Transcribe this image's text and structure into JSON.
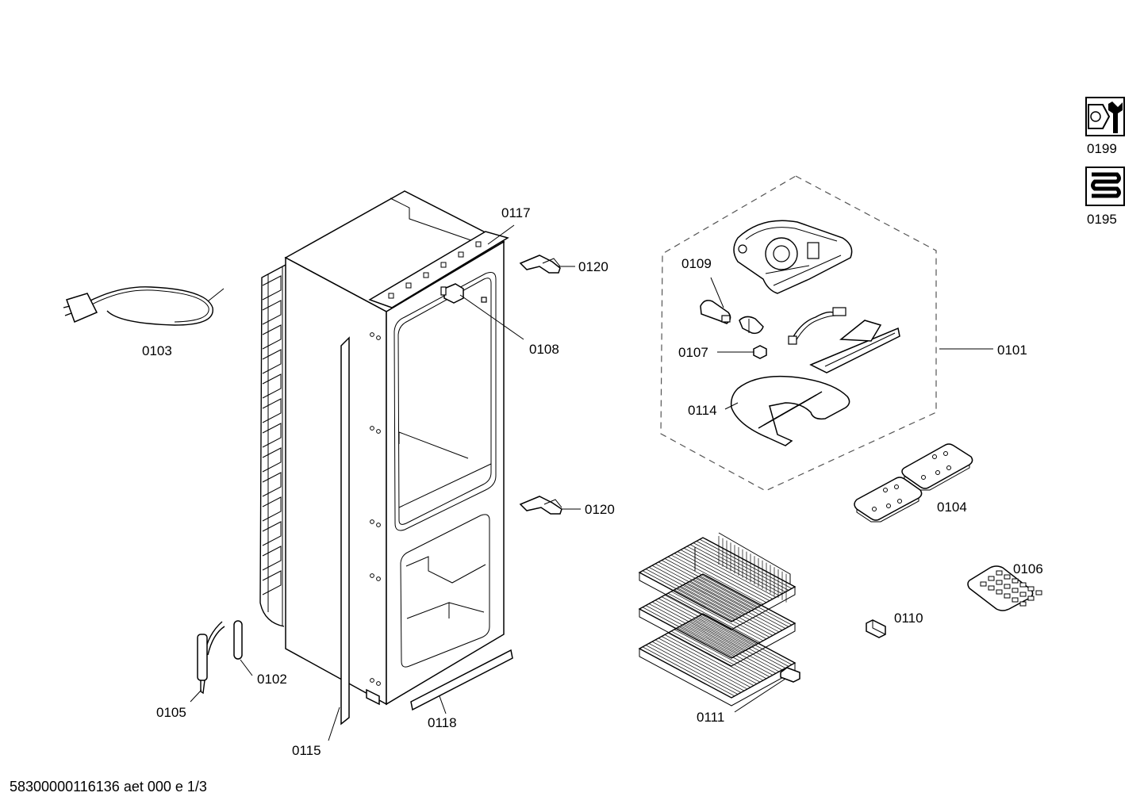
{
  "labels": {
    "p0117": "0117",
    "p0120a": "0120",
    "p0120b": "0120",
    "p0108": "0108",
    "p0103": "0103",
    "p0109": "0109",
    "p0107": "0107",
    "p0114": "0114",
    "p0101": "0101",
    "p0104": "0104",
    "p0106": "0106",
    "p0110": "0110",
    "p0111": "0111",
    "p0102": "0102",
    "p0105": "0105",
    "p0115": "0115",
    "p0118": "0118",
    "p0199": "0199",
    "p0195": "0195"
  },
  "footer": "58300000116136 aet 000 e 1/3"
}
